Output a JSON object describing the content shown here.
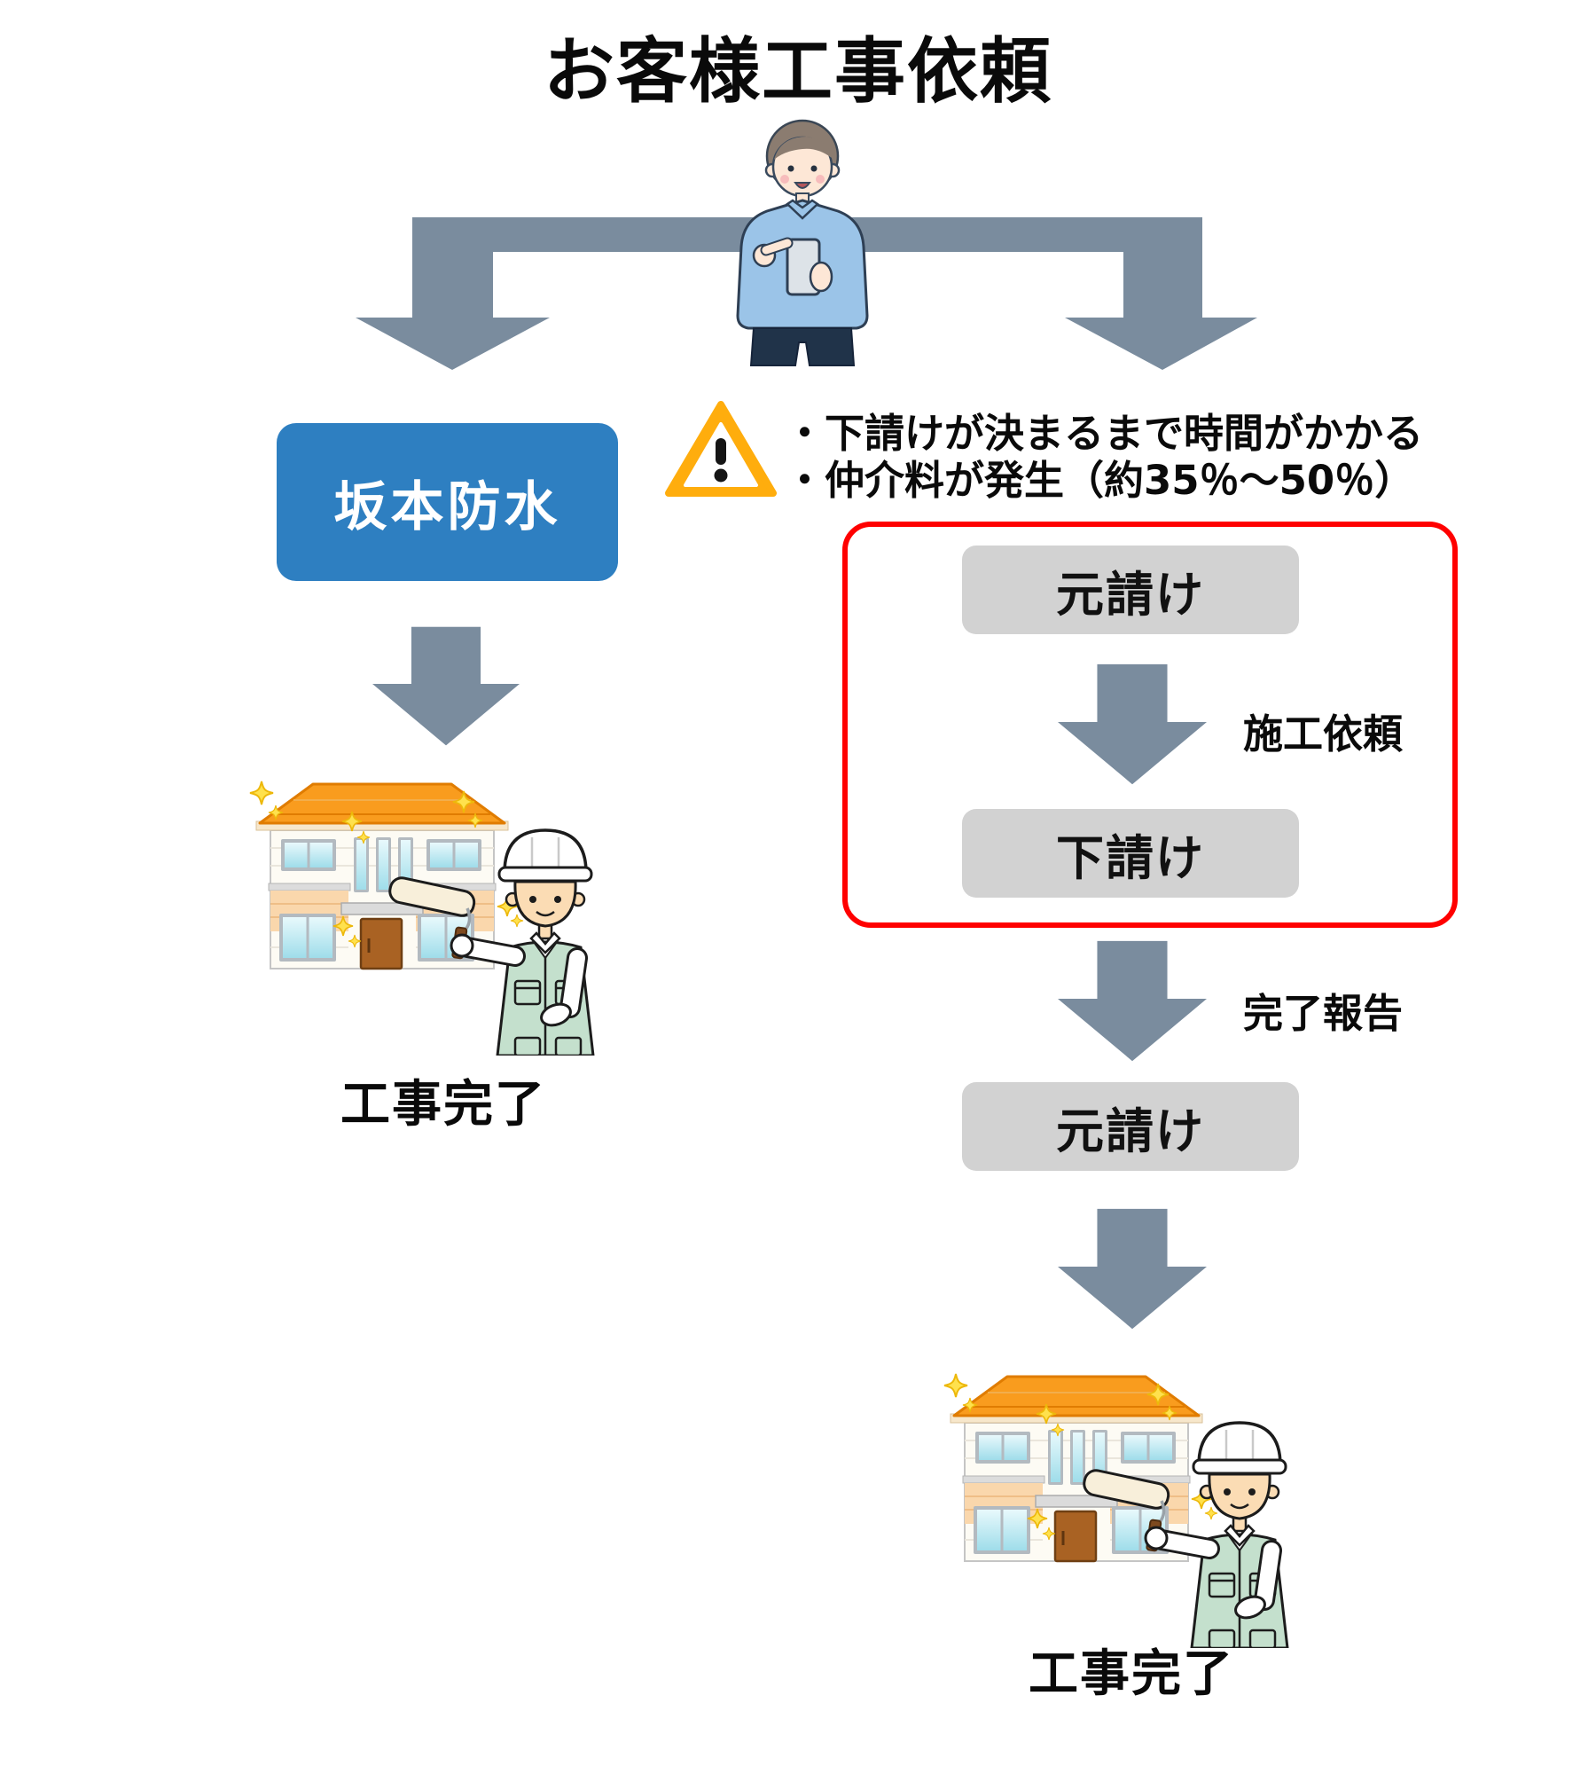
{
  "title": "お客様工事依頼",
  "warning": {
    "lines": [
      "・下請けが決まるまで時間がかかる",
      "・仲介料が発生（約35％～50％）"
    ]
  },
  "direct_flow": {
    "company_box": "坂本防水",
    "result_label": "工事完了"
  },
  "subcontract_flow": {
    "box_top": "元請け",
    "request_arrow_label": "施工依頼",
    "box_middle": "下請け",
    "report_arrow_label": "完了報告",
    "box_bottom": "元請け",
    "result_label": "工事完了"
  },
  "icons": {
    "warning": "warning-triangle-icon",
    "branch": "split-down-arrows-icon",
    "flow_arrow": "block-down-arrow-icon",
    "customer": "customer-with-smartphone-illustration",
    "site": "house-and-painter-illustration"
  },
  "colors": {
    "accent_blue": "#2E7FC1",
    "arrow_slate": "#7A8C9E",
    "box_gray": "#D2D2D2",
    "frame_red": "#FF0000",
    "warning_orange": "#FFAD0D",
    "text_black": "#111111"
  }
}
